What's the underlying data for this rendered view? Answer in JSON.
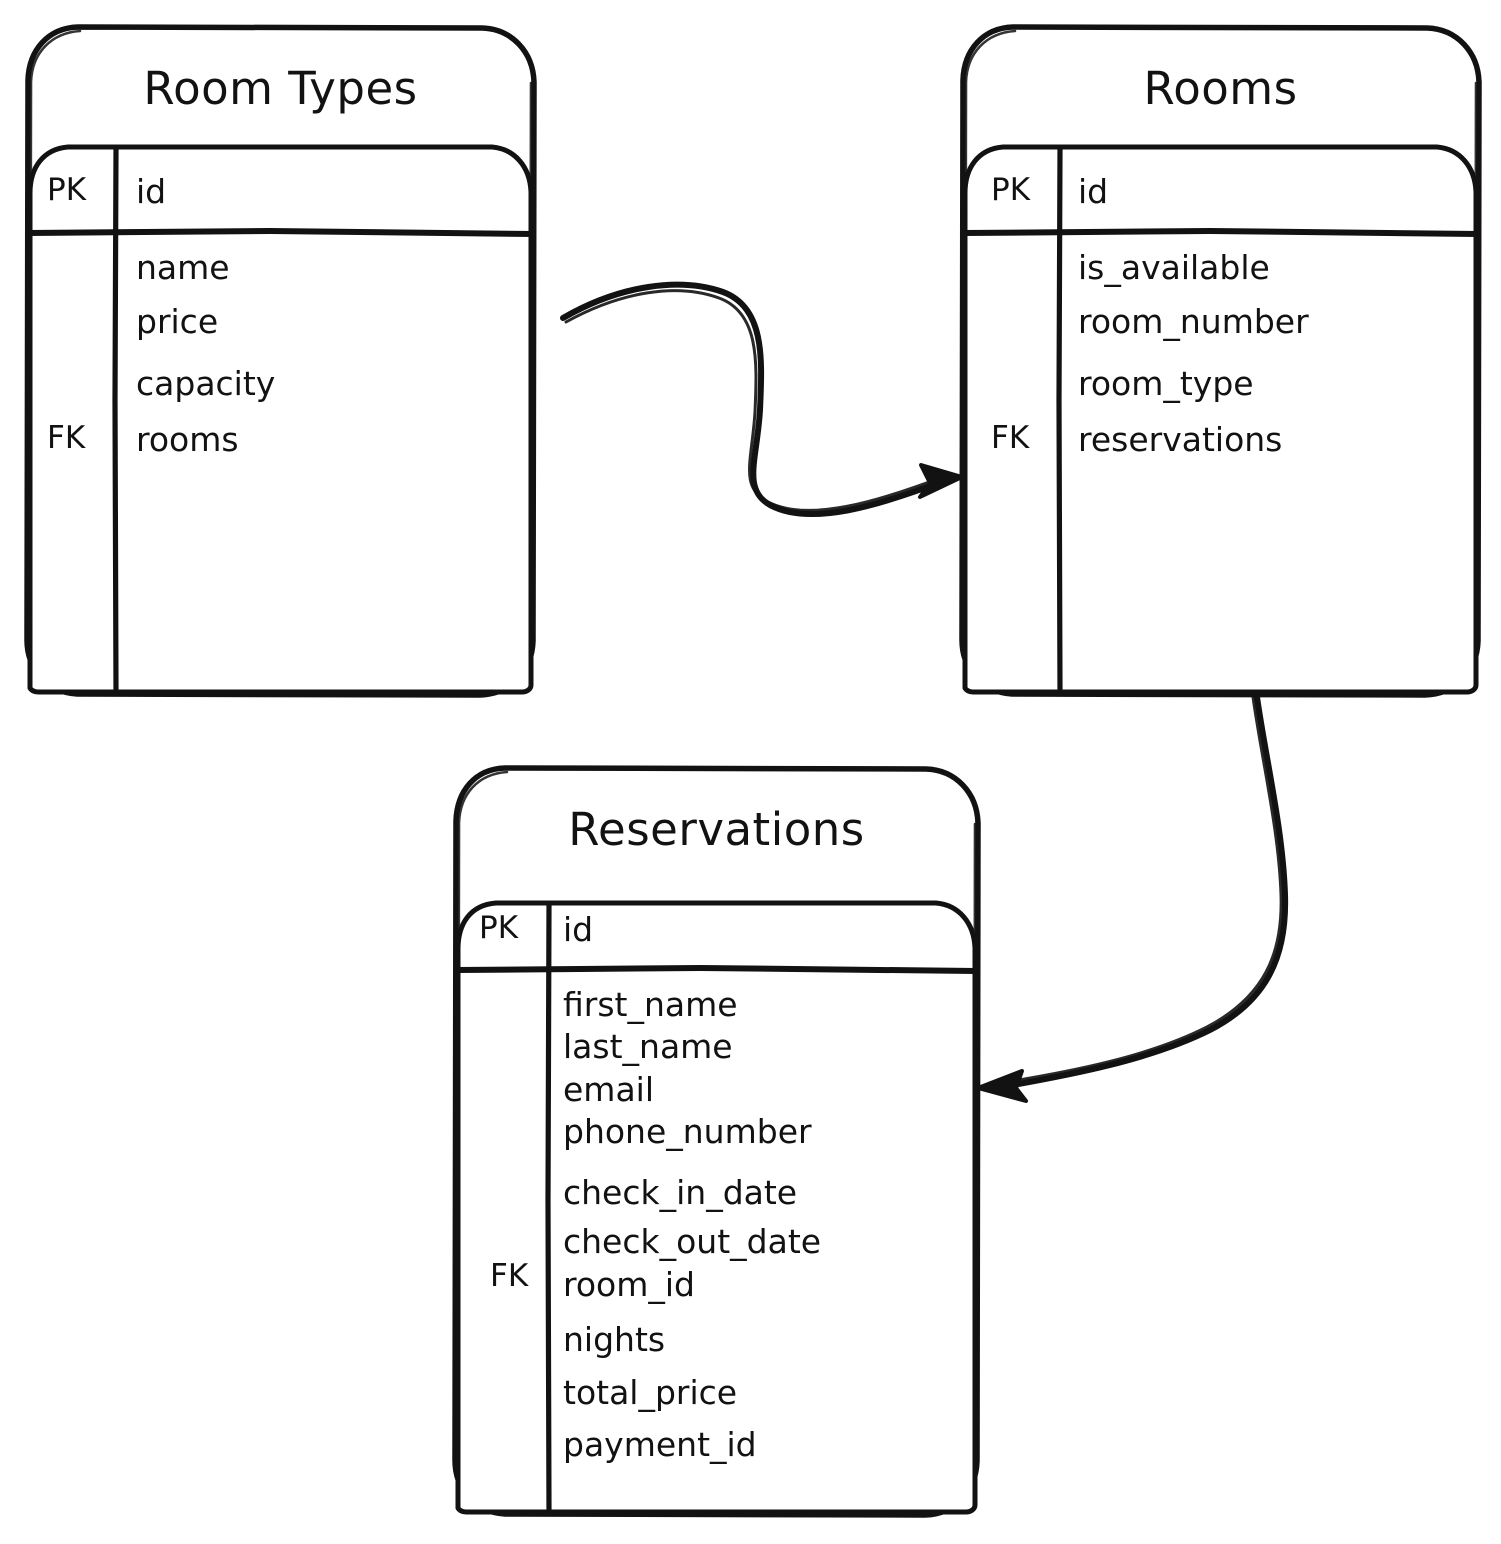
{
  "diagram": {
    "type": "entity-relationship-diagram",
    "style": "hand-drawn-sketch",
    "stroke_color": "#121212",
    "background_color": "#ffffff"
  },
  "entities": [
    {
      "id": "room-types",
      "title": "Room Types",
      "primary_key_label": "PK",
      "foreign_key_label": "FK",
      "primary_key_field": "id",
      "attributes": [
        "name",
        "price",
        "capacity",
        "rooms"
      ],
      "foreign_key_field": "rooms"
    },
    {
      "id": "rooms",
      "title": "Rooms",
      "primary_key_label": "PK",
      "foreign_key_label": "FK",
      "primary_key_field": "id",
      "attributes": [
        "is_available",
        "room_number",
        "room_type",
        "reservations"
      ],
      "foreign_key_field": "reservations"
    },
    {
      "id": "reservations",
      "title": "Reservations",
      "primary_key_label": "PK",
      "foreign_key_label": "FK",
      "primary_key_field": "id",
      "attributes": [
        "first_name",
        "last_name",
        "email",
        "phone_number",
        "check_in_date",
        "check_out_date",
        "room_id",
        "nights",
        "total_price",
        "payment_id"
      ],
      "foreign_key_field": "room_id"
    }
  ],
  "relationships": [
    {
      "id": "room-types-to-rooms",
      "from": "Room Types",
      "to": "Rooms",
      "direction": "one-to-many",
      "arrow": "single-head"
    },
    {
      "id": "rooms-to-reservations",
      "from": "Rooms",
      "to": "Reservations",
      "direction": "one-to-many",
      "arrow": "single-head"
    }
  ]
}
